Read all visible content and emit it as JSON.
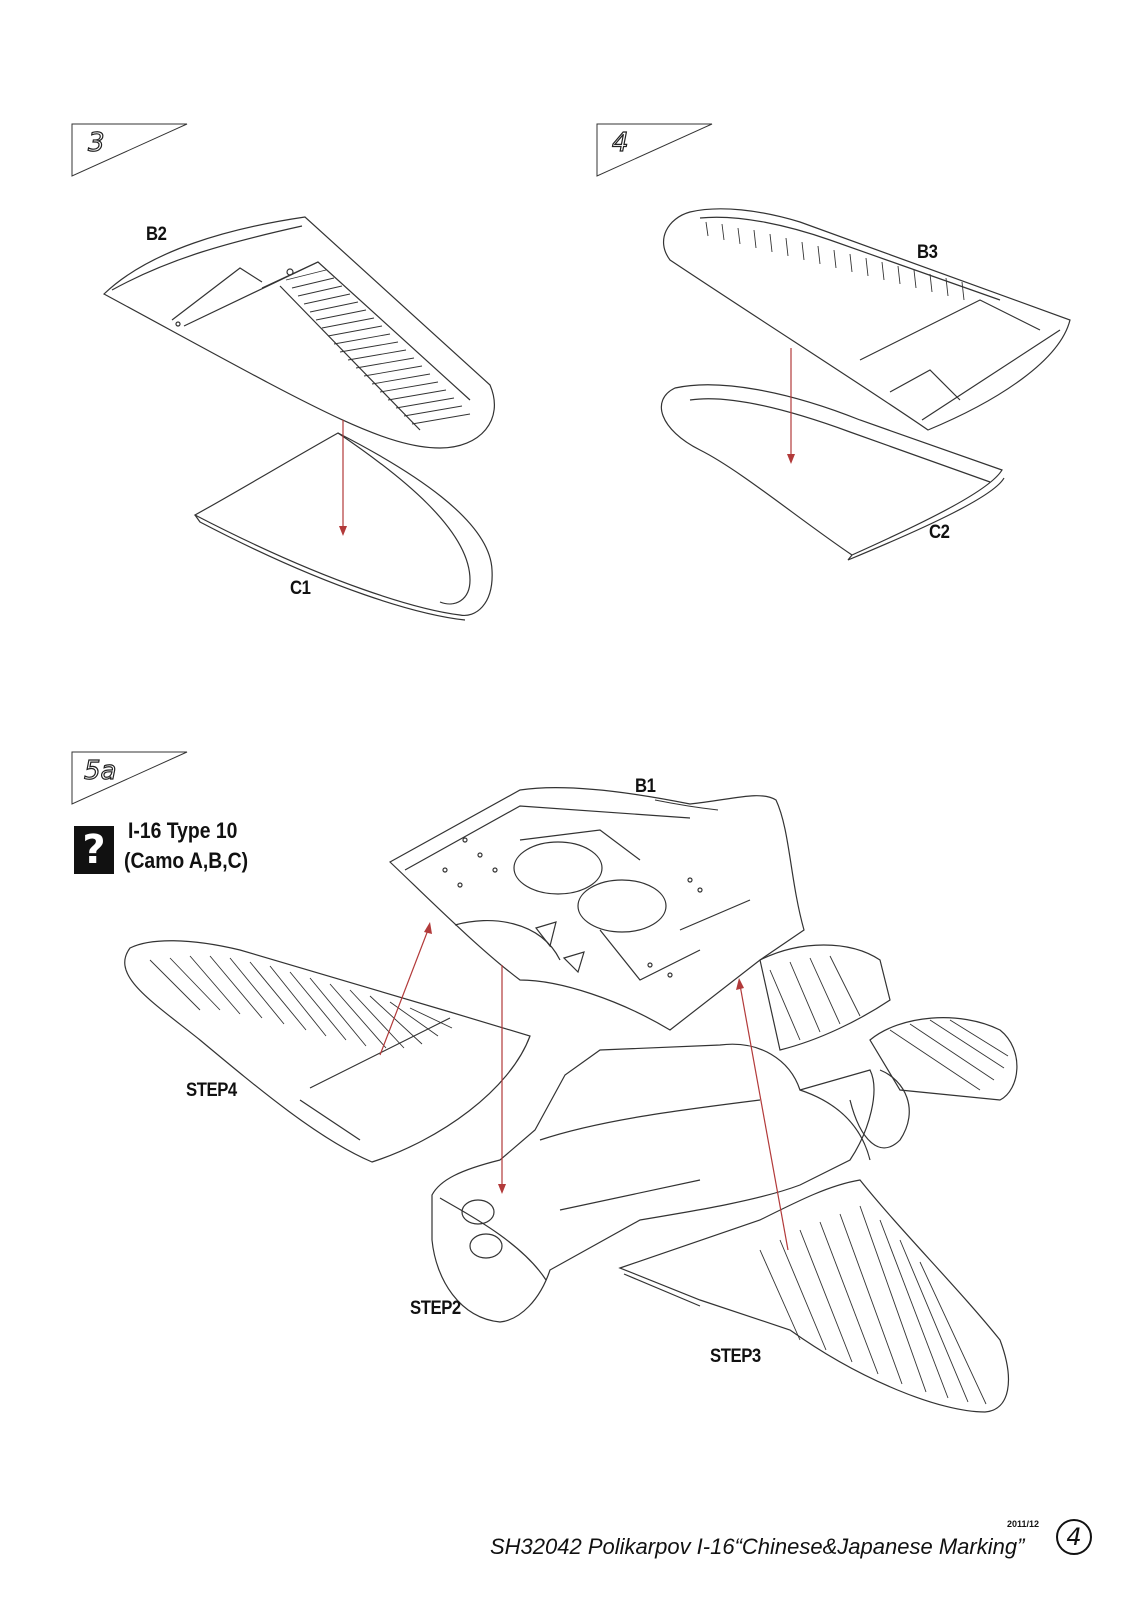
{
  "steps": [
    {
      "number": "3"
    },
    {
      "number": "4"
    },
    {
      "number": "5a"
    }
  ],
  "parts": {
    "b2": "B2",
    "c1": "C1",
    "b3": "B3",
    "c2": "C2",
    "b1": "B1",
    "step4": "STEP4",
    "step2": "STEP2",
    "step3": "STEP3"
  },
  "variant": {
    "icon": "?",
    "title": "I-16 Type 10",
    "subtitle": "(Camo A,B,C)"
  },
  "footer": {
    "text": "SH32042 Polikarpov I-16“Chinese&Japanese Marking”",
    "date": "2011/12",
    "page_number": "4"
  },
  "colors": {
    "arrow": "#b23a3a",
    "line": "#333333"
  }
}
